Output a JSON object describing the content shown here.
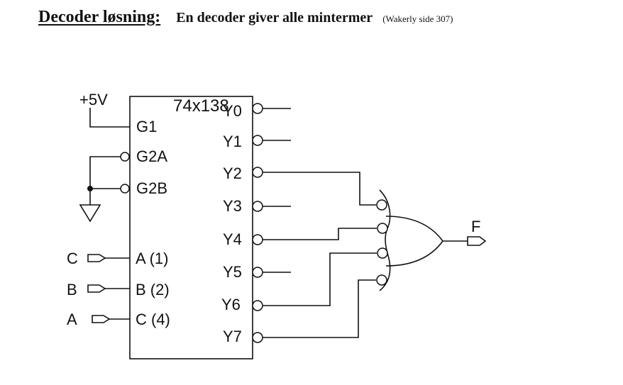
{
  "heading": {
    "title": "Decoder løsning:",
    "subtitle": "En decoder giver alle mintermer",
    "reference": "(Wakerly side 307)"
  },
  "decoder": {
    "part_number": "74x138",
    "supply_label": "+5V",
    "enable_pins": [
      "G1",
      "G2A",
      "G2B"
    ],
    "select_pins": [
      "A (1)",
      "B (2)",
      "C (4)"
    ],
    "inputs": [
      "C",
      "B",
      "A"
    ],
    "outputs": [
      "Y0",
      "Y1",
      "Y2",
      "Y3",
      "Y4",
      "Y5",
      "Y6",
      "Y7"
    ]
  },
  "or_gate": {
    "inputs_from": [
      "Y2",
      "Y4",
      "Y6",
      "Y7"
    ],
    "output_label": "F"
  }
}
